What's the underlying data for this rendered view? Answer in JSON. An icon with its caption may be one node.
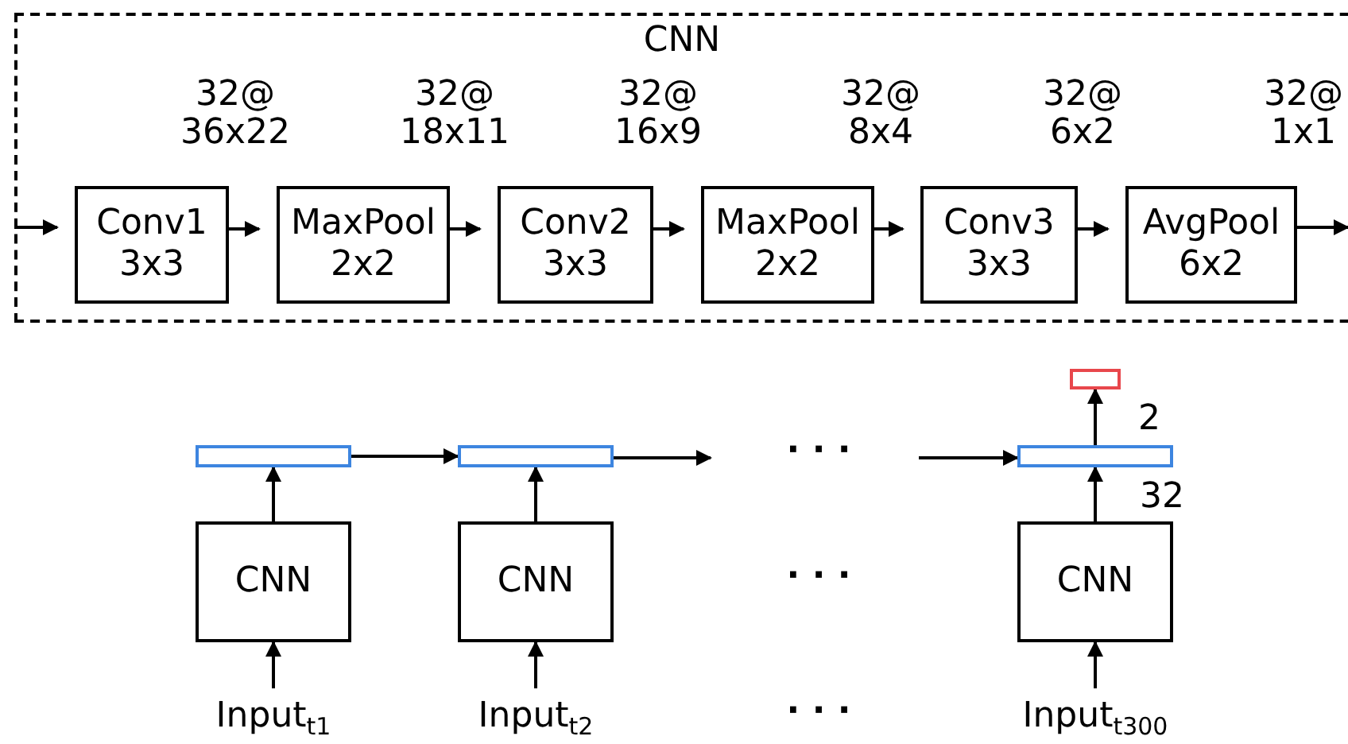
{
  "diagram": {
    "nodes": [
      {
        "text": [
          "CNN"
        ]
      },
      {
        "text": [
          "Conv1 3x3"
        ],
        "in": 0
      },
      {
        "text": [
          "MaxPool 2x2"
        ],
        "in": 0
      },
      {
        "text": [
          "Conv2 3x3"
        ],
        "in": 0
      },
      {
        "text": [
          "MaxPool 2x2"
        ],
        "in": 0
      },
      {
        "text": [
          "Conv3 3x3"
        ],
        "in": 0
      },
      {
        "text": [
          "AvgPool 6x2"
        ],
        "in": 0
      },
      {
        "text": [],
        "shape": "bar"
      },
      {
        "text": [],
        "shape": "bar"
      },
      {
        "text": [],
        "shape": "bar"
      },
      {
        "text": [],
        "shape": "bar"
      },
      {
        "text": [
          "CNN"
        ]
      },
      {
        "text": [
          "CNN"
        ]
      },
      {
        "text": [
          "CNN"
        ]
      },
      {
        "text": [
          "Input$_{t1}$"
        ]
      },
      {
        "text": [
          "Input$_{t2}$"
        ]
      },
      {
        "text": [
          "Input$_{t300}$"
        ]
      }
    ],
    "edges": [
      {
        "from": null,
        "to": 1,
        "arrow": "to"
      },
      {
        "from": 1,
        "to": 2,
        "arrow": "to"
      },
      {
        "from": 2,
        "to": 3,
        "arrow": "to"
      },
      {
        "from": 3,
        "to": 4,
        "arrow": "to"
      },
      {
        "from": 4,
        "to": 5,
        "arrow": "to"
      },
      {
        "from": 5,
        "to": 6,
        "arrow": "to"
      },
      {
        "from": 6,
        "to": null,
        "arrow": "to"
      },
      {
        "from": 10,
        "to": 7,
        "arrow": "to",
        "label": "2"
      },
      {
        "from": 8,
        "to": 9,
        "arrow": "to"
      },
      {
        "from": 9,
        "to": null,
        "arrow": "to"
      },
      {
        "from": null,
        "to": 10,
        "arrow": "to"
      },
      {
        "from": 11,
        "to": 8,
        "arrow": "to"
      },
      {
        "from": 12,
        "to": 9,
        "arrow": "to"
      },
      {
        "from": 13,
        "to": 10,
        "arrow": "to",
        "label": "32"
      },
      {
        "from": 14,
        "to": 11,
        "arrow": "to"
      },
      {
        "from": 15,
        "to": 12,
        "arrow": "to"
      },
      {
        "from": 16,
        "to": 13,
        "arrow": "to"
      }
    ],
    "labels": [
      "32@ 36x22",
      "32@ 18x11",
      "32@ 16x9",
      "32@ 8x4",
      "32@ 6x2",
      "32@ 1x1",
      "· · ·",
      "· · ·",
      "· · ·"
    ]
  }
}
